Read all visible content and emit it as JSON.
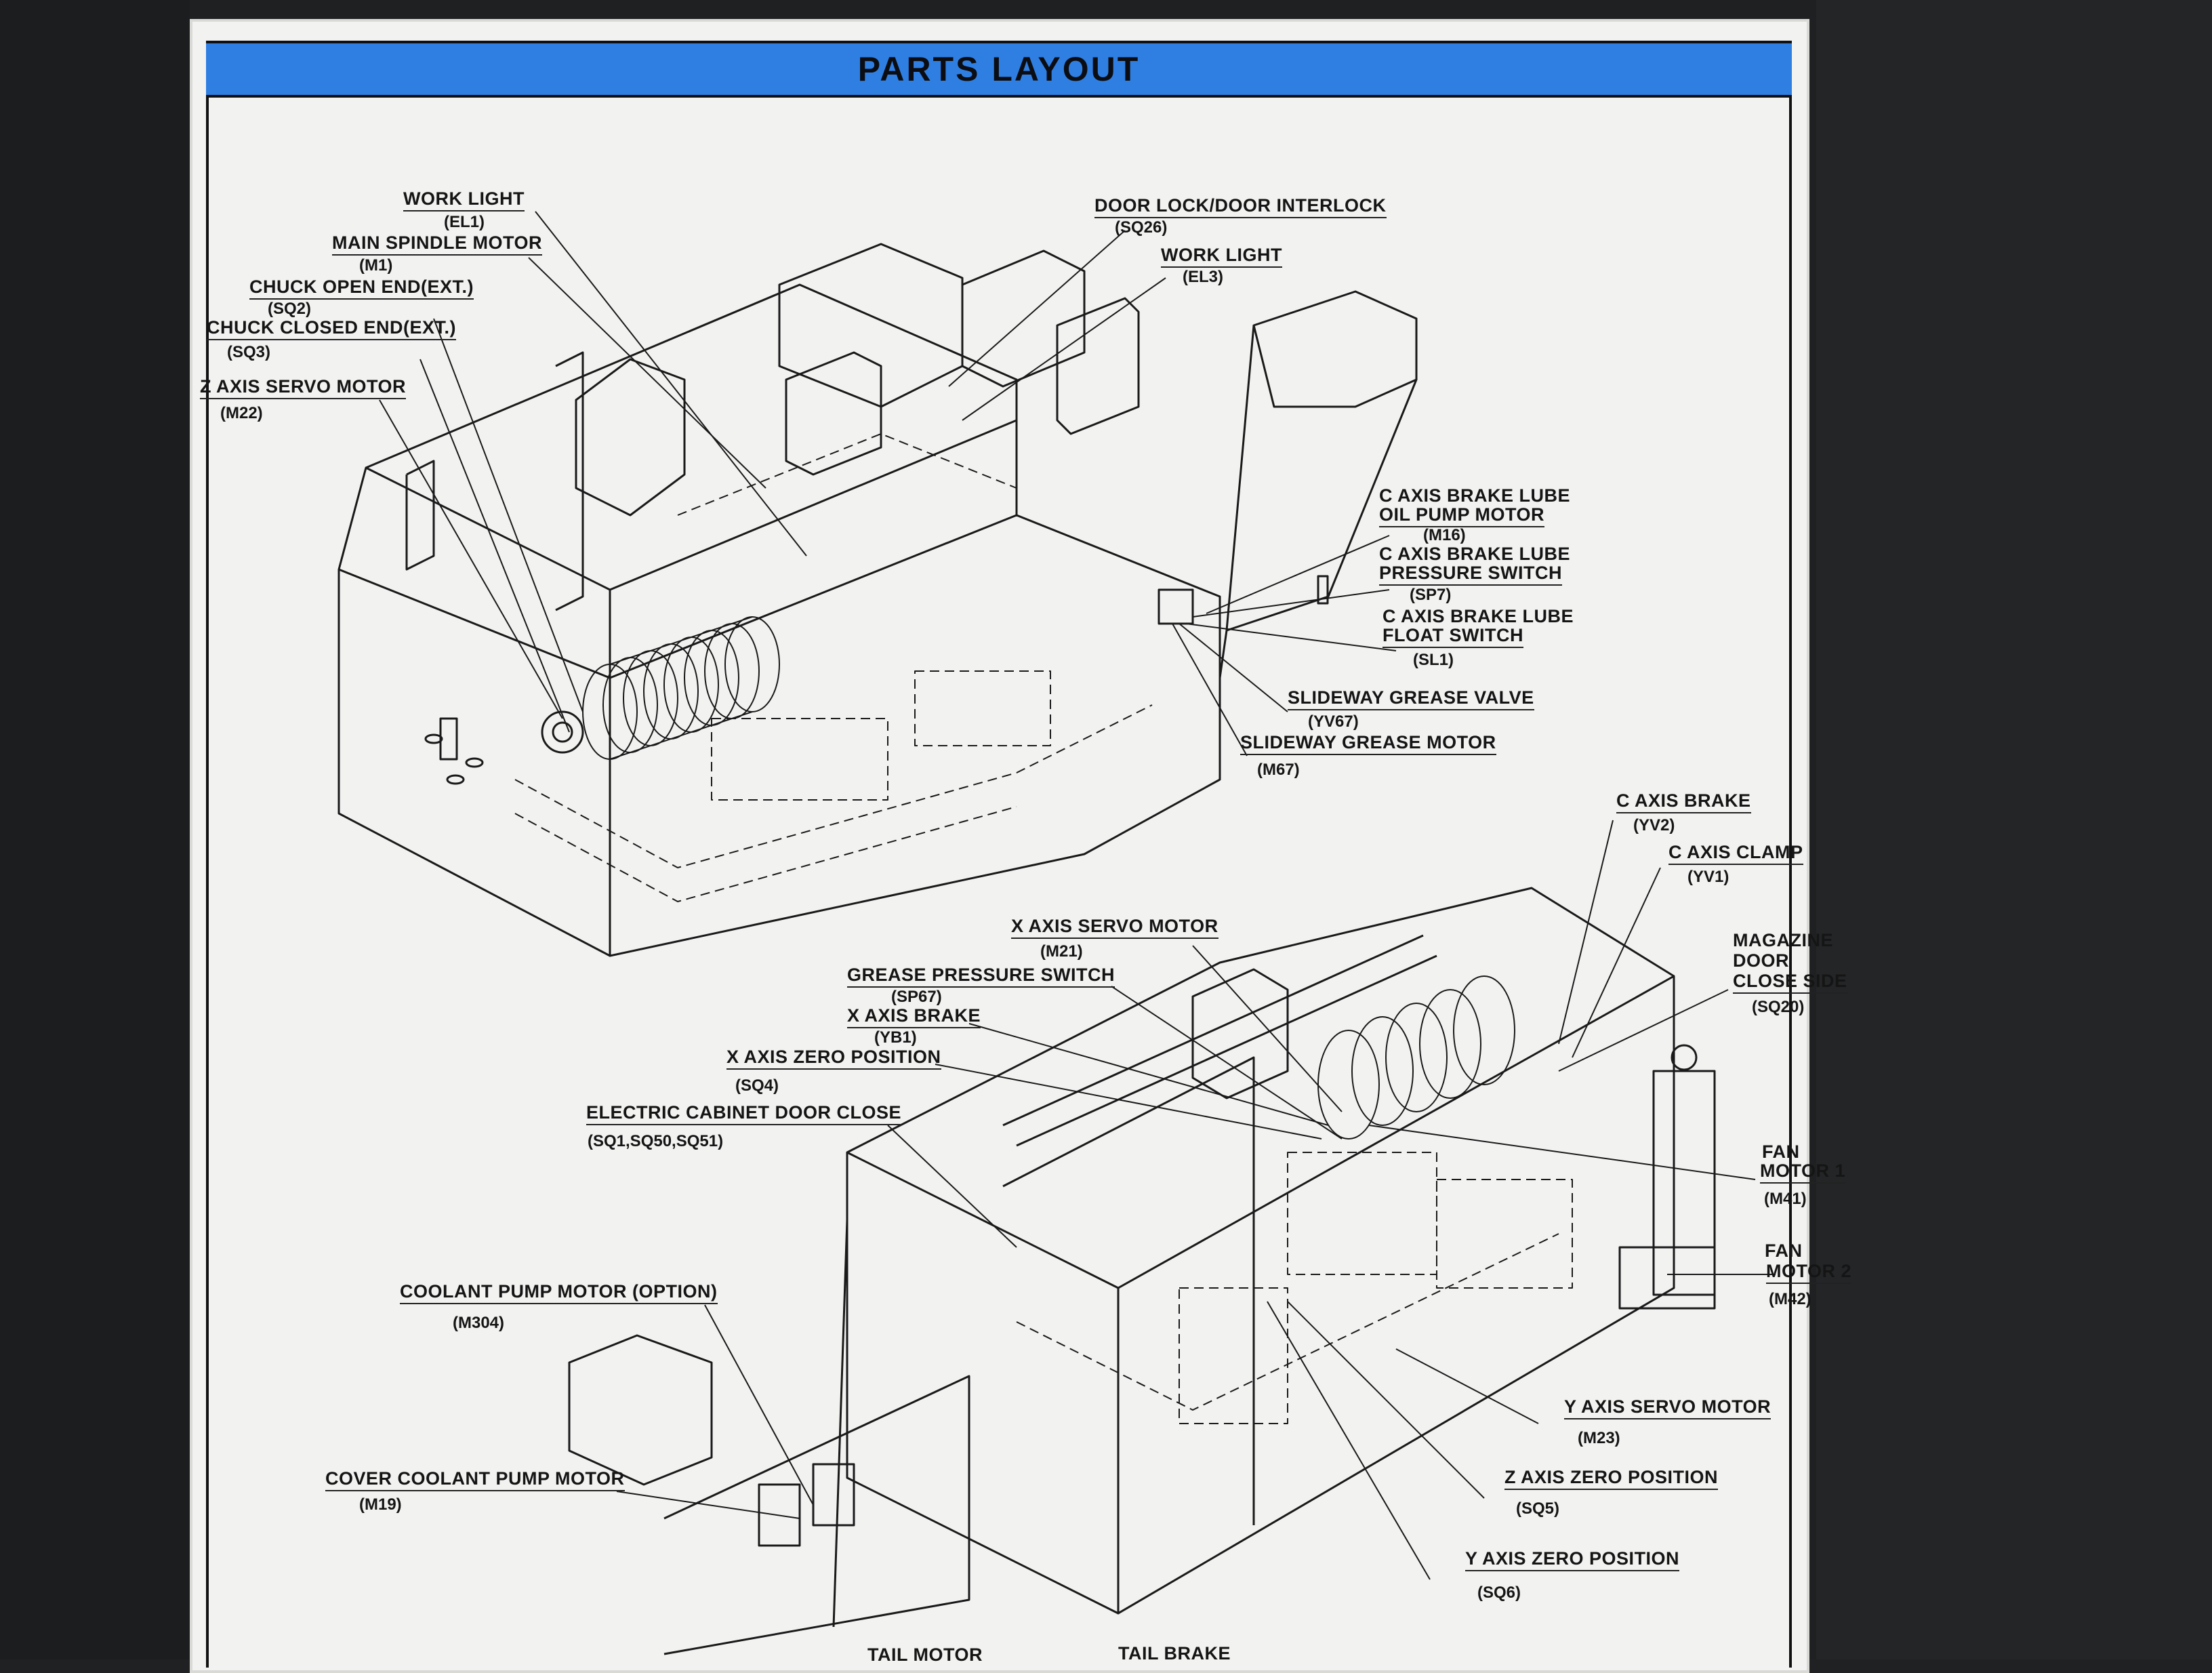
{
  "title": "PARTS LAYOUT",
  "labels": {
    "work_light_1": "WORK LIGHT",
    "el1": "(EL1)",
    "main_spindle_motor": "MAIN SPINDLE MOTOR",
    "m1": "(M1)",
    "chuck_open_end": "CHUCK OPEN END(EXT.)",
    "sq2": "(SQ2)",
    "chuck_closed_end": "CHUCK CLOSED END(EXT.)",
    "sq3": "(SQ3)",
    "z_axis_servo_motor": "Z AXIS SERVO MOTOR",
    "m22": "(M22)",
    "door_lock": "DOOR LOCK/DOOR INTERLOCK",
    "sq26": "(SQ26)",
    "work_light_3": "WORK LIGHT",
    "el3": "(EL3)",
    "c_brake_lube_pump_1": "C AXIS BRAKE LUBE",
    "c_brake_lube_pump_2": "OIL PUMP MOTOR",
    "m16": "(M16)",
    "c_brake_lube_pressure_1": "C AXIS BRAKE LUBE",
    "c_brake_lube_pressure_2": "PRESSURE SWITCH",
    "sp7": "(SP7)",
    "c_brake_lube_float_1": "C AXIS BRAKE LUBE",
    "c_brake_lube_float_2": "FLOAT SWITCH",
    "sl1": "(SL1)",
    "slideway_grease_valve": "SLIDEWAY GREASE VALVE",
    "yv67": "(YV67)",
    "slideway_grease_motor": "SLIDEWAY GREASE MOTOR",
    "m67": "(M67)",
    "c_axis_brake": "C AXIS BRAKE",
    "yv2": "(YV2)",
    "c_axis_clamp": "C AXIS CLAMP",
    "yv1": "(YV1)",
    "magazine_1": "MAGAZINE",
    "magazine_2": "DOOR",
    "magazine_3": "CLOSE SIDE",
    "sq20": "(SQ20)",
    "x_axis_servo_motor": "X AXIS SERVO MOTOR",
    "m21": "(M21)",
    "grease_pressure_switch": "GREASE PRESSURE SWITCH",
    "sp67": "(SP67)",
    "x_axis_brake": "X AXIS BRAKE",
    "yb1": "(YB1)",
    "x_axis_zero": "X AXIS ZERO POSITION",
    "sq4": "(SQ4)",
    "electric_cabinet": "ELECTRIC CABINET DOOR CLOSE",
    "sq1_50_51": "(SQ1,SQ50,SQ51)",
    "fan1_1": "FAN",
    "fan1_2": "MOTOR 1",
    "m41": "(M41)",
    "fan2_1": "FAN",
    "fan2_2": "MOTOR 2",
    "m42": "(M42)",
    "coolant_pump": "COOLANT PUMP MOTOR (OPTION)",
    "m304": "(M304)",
    "cover_coolant_pump": "COVER COOLANT PUMP MOTOR",
    "m19": "(M19)",
    "y_axis_servo_motor": "Y AXIS SERVO MOTOR",
    "m23": "(M23)",
    "z_axis_zero": "Z AXIS ZERO POSITION",
    "sq5": "(SQ5)",
    "y_axis_zero": "Y AXIS ZERO POSITION",
    "sq6": "(SQ6)",
    "tail_motor": "TAIL MOTOR",
    "tail_brake": "TAIL BRAKE"
  },
  "colors": {
    "banner": "#2f7fe3",
    "plate": "#f2f2f1",
    "ink": "#151515",
    "background": "#1f2123"
  }
}
